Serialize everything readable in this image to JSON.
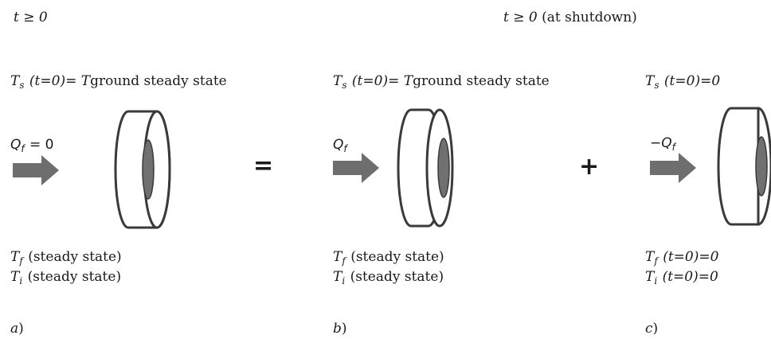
{
  "headers": {
    "left": "t ≥ 0",
    "right_var": "t ≥ 0",
    "right_note": "(at shutdown)"
  },
  "panels": [
    {
      "ts_var": "T",
      "ts_sub": "s",
      "ts_cond": "(t=0)=",
      "ts_value_var": "T",
      "ts_value_text": "ground steady state",
      "flow_var": "Q",
      "flow_sub": "f",
      "flow_suffix": " = 0",
      "tf_var": "T",
      "tf_sub": "f",
      "tf_text": "(steady state)",
      "ti_var": "T",
      "ti_sub": "i",
      "ti_text": "(steady state)",
      "label_var": "a",
      "label_paren": ")"
    },
    {
      "ts_var": "T",
      "ts_sub": "s",
      "ts_cond": "(t=0)=",
      "ts_value_var": "T",
      "ts_value_text": "ground steady state",
      "flow_var": "Q",
      "flow_sub": "f",
      "flow_suffix": "",
      "tf_var": "T",
      "tf_sub": "f",
      "tf_text": "(steady state)",
      "ti_var": "T",
      "ti_sub": "i",
      "ti_text": "(steady state)",
      "label_var": "b",
      "label_paren": ")"
    },
    {
      "ts_var": "T",
      "ts_sub": "s",
      "ts_cond": "(t=0)=0",
      "ts_value_var": "",
      "ts_value_text": "",
      "flow_var": "−Q",
      "flow_sub": "f",
      "flow_suffix": "",
      "tf_var": "T",
      "tf_sub": "f",
      "tf_text": "(t=0)=0",
      "ti_var": "T",
      "ti_sub": "i",
      "ti_text": "(t=0)=0",
      "label_var": "c",
      "label_paren": ")"
    }
  ],
  "operators": {
    "equals": "=",
    "plus": "+"
  },
  "colors": {
    "arrow_fill": "#6e6e6e",
    "bore_fill": "#707070",
    "outline": "#3a3a3a"
  }
}
